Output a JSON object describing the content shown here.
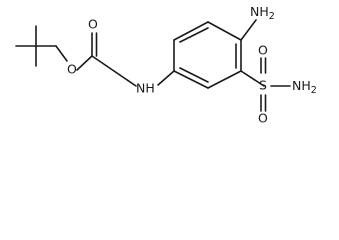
{
  "structure": {
    "atom_labels": {
      "ester_oxygen": "O",
      "carbonyl_oxygen": "O",
      "amide_nh": "NH",
      "amino_group": "NH",
      "amino_subscript": "2",
      "sulfur": "S",
      "sulfonyl_oxygen_top": "O",
      "sulfonyl_oxygen_bottom": "O",
      "sulfonamide_nh": "NH",
      "sulfonamide_subscript": "2"
    },
    "colors": {
      "bond": "#1a1a1a",
      "label": "#1a1a1a",
      "background": "#ffffff"
    }
  }
}
